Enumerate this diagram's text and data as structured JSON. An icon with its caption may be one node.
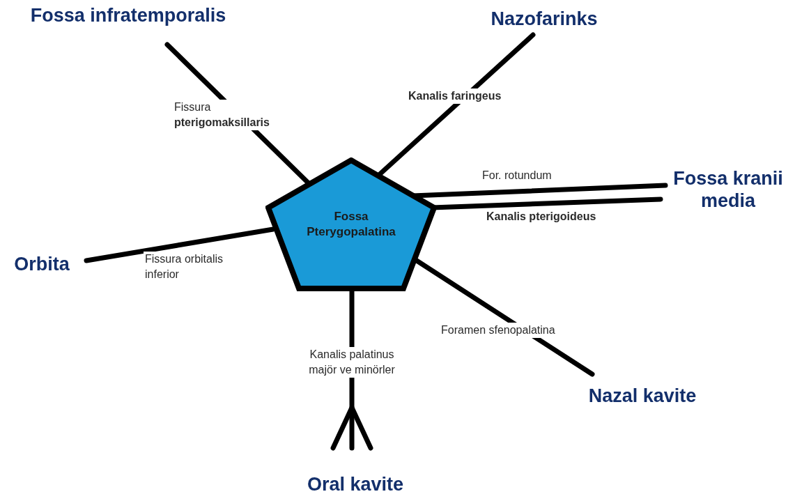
{
  "diagram": {
    "nodes": [
      {
        "text": [
          "Fossa Pterygopalatina"
        ]
      },
      {
        "text": [
          "Fossa infratemporalis"
        ]
      },
      {
        "text": [
          "Nazofarinks"
        ]
      },
      {
        "text": [
          "Fossa kranii media"
        ]
      },
      {
        "text": [
          "Orbita"
        ]
      },
      {
        "text": [
          "Nazal kavite"
        ]
      },
      {
        "text": [
          "Oral kavite"
        ]
      }
    ],
    "edges": [
      {
        "from": 0,
        "to": 1,
        "arrow": "none",
        "label": "Fissura **pterigomaksillaris**"
      },
      {
        "from": 0,
        "to": 2,
        "arrow": "none",
        "label": "Kanalis faringeus"
      },
      {
        "from": 0,
        "to": 3,
        "arrow": "none",
        "label": "For. rotundum"
      },
      {
        "from": 0,
        "to": 3,
        "arrow": "none",
        "label": "Kanalis pterigoideus"
      },
      {
        "from": 0,
        "to": 4,
        "arrow": "none",
        "label": "Fissura orbitalis inferior"
      },
      {
        "from": 0,
        "to": 5,
        "arrow": "none",
        "label": "Foramen sfenopalatina"
      },
      {
        "from": 0,
        "to": 6,
        "arrow": "other",
        "label": "Kanalis palatinus majör ve minörler"
      }
    ]
  }
}
